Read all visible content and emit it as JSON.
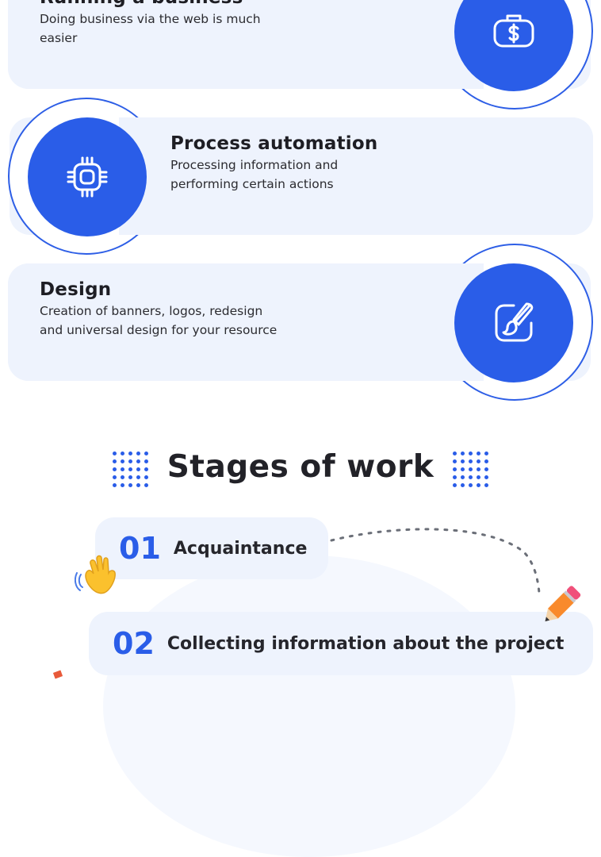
{
  "services": [
    {
      "title": "Running a business",
      "description": "Doing business via the web is much easier",
      "icon": "money-bag-icon"
    },
    {
      "title": "Process automation",
      "description": "Processing information and performing certain actions",
      "icon": "cpu-chip-icon"
    },
    {
      "title": "Design",
      "description": "Creation of banners, logos, redesign and universal design for your resource",
      "icon": "paint-brush-icon"
    }
  ],
  "stages": {
    "title": "Stages of work",
    "items": [
      {
        "number": "01",
        "label": "Acquaintance",
        "icon": "waving-hand-icon"
      },
      {
        "number": "02",
        "label": "Collecting information about the project",
        "icon": "pencil-icon"
      }
    ]
  },
  "colors": {
    "accent": "#2a5de8",
    "card": "#eef3fd",
    "text": "#1e1e24"
  }
}
